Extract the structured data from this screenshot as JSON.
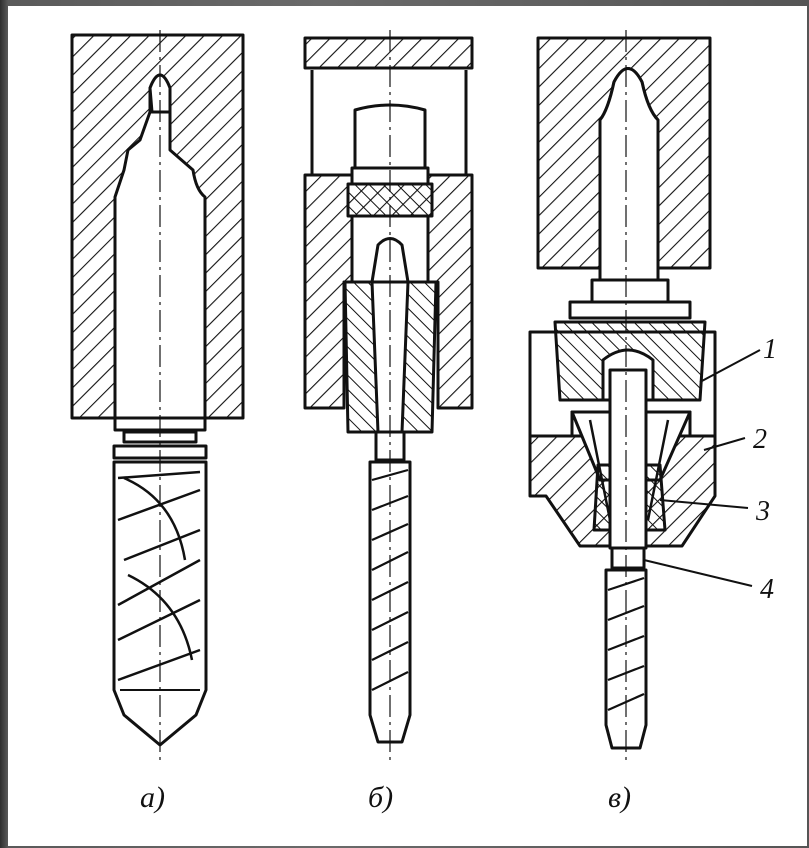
{
  "captions": {
    "a": "а)",
    "b": "б)",
    "c": "в)"
  },
  "part_numbers": [
    "1",
    "2",
    "3",
    "4"
  ],
  "colors": {
    "ink": "#111111",
    "paper": "#ffffff",
    "frame": "#555555"
  }
}
